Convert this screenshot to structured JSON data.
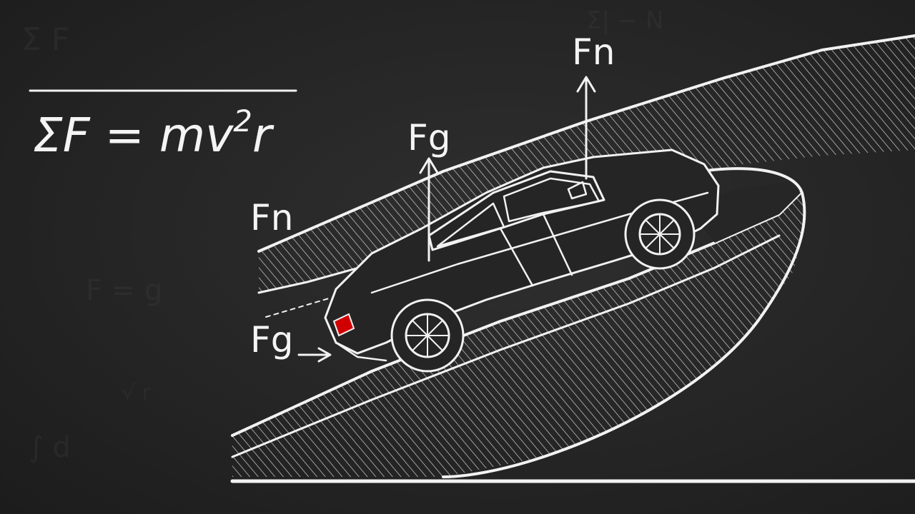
{
  "formula": {
    "lhs": "ΣF = mv",
    "exponent": "2",
    "rhs": "r"
  },
  "force_labels": {
    "normal_top": "Fn",
    "normal_left": "Fn",
    "gravity_mid": "Fg",
    "gravity_bottom": "Fg"
  },
  "colors": {
    "board": "#262626",
    "chalk": "#f2f2f2",
    "tail_light": "#d10000"
  }
}
